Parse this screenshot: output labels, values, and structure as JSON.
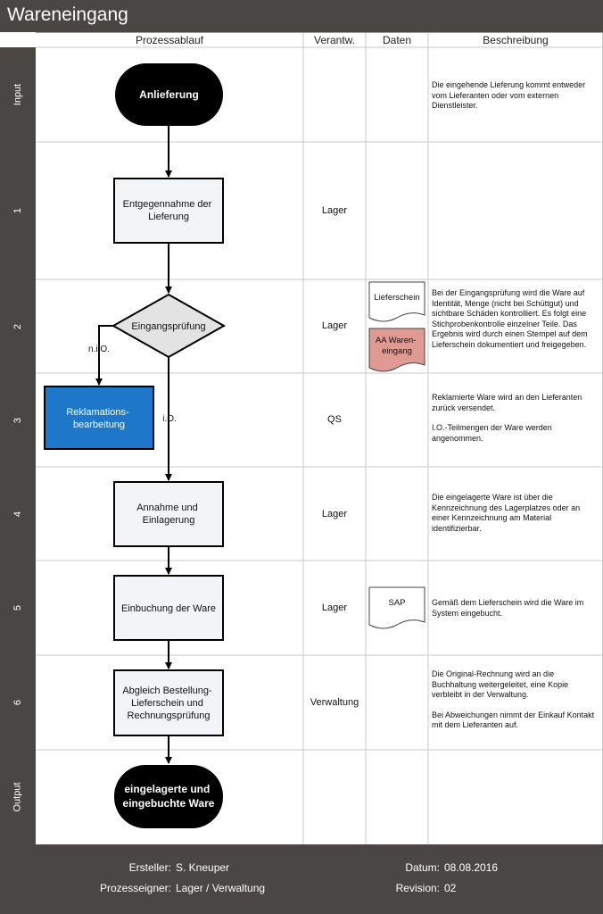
{
  "title": "Wareneingang",
  "headers": {
    "process": "Prozessablauf",
    "responsible": "Verantw.",
    "data": "Daten",
    "description": "Beschreibung"
  },
  "rows": [
    {
      "label": "Input",
      "responsible": "",
      "description": [
        "Die eingehende Lieferung kommt entweder vom Lieferanten oder vom externen Dienstleister."
      ]
    },
    {
      "label": "1",
      "responsible": "Lager",
      "description": []
    },
    {
      "label": "2",
      "responsible": "Lager",
      "description": [
        "Bei der Eingangsprüfung wird die Ware auf Identität, Menge (nicht bei Schüttgut) und sichtbare Schäden kontrolliert. Es folgt eine Stichprobenkontrolle einzelner Teile. Das Ergebnis wird durch einen Stempel auf dem Lieferschein dokumentiert und freigegeben."
      ]
    },
    {
      "label": "3",
      "responsible": "QS",
      "description": [
        "Reklamierte Ware wird an den Lieferanten zurück versendet.",
        "I.O.-Teilmengen der Ware werden angenommen."
      ]
    },
    {
      "label": "4",
      "responsible": "Lager",
      "description": [
        "Die eingelagerte Ware ist über die Kennzeichnung des Lagerplatzes oder an einer Kennzeichnung am Material identifizierbar."
      ]
    },
    {
      "label": "5",
      "responsible": "Lager",
      "description": [
        "Gemäß dem Lieferschein wird die Ware im System eingebucht."
      ]
    },
    {
      "label": "6",
      "responsible": "Verwaltung",
      "description": [
        "Die Original-Rechnung wird an die Buchhaltung weitergeleitet, eine Kopie verbleibt in der Verwaltung.",
        "Bei Abweichungen nimmt der Einkauf Kontakt mit dem Lieferanten auf."
      ]
    },
    {
      "label": "Output",
      "responsible": "",
      "description": []
    }
  ],
  "flow": {
    "start": "Anlieferung",
    "step1": [
      "Entgegennahme der",
      "Lieferung"
    ],
    "decision": "Eingangsprüfung",
    "nio_label": "n.i.O.",
    "io_label": "i.O.",
    "complaint": [
      "Reklamations-",
      "bearbeitung"
    ],
    "step4": [
      "Annahme und",
      "Einlagerung"
    ],
    "step5": "Einbuchung der Ware",
    "step6": [
      "Abgleich Bestellung-",
      "Lieferschein und",
      "Rechnungsprüfung"
    ],
    "end": [
      "eingelagerte und",
      "eingebuchte Ware"
    ]
  },
  "documents": {
    "lieferschein": "Lieferschein",
    "aa_wareneingang": [
      "AA Waren-",
      "eingang"
    ],
    "sap": "SAP"
  },
  "footer": {
    "creator_label": "Ersteller:",
    "creator": "S. Kneuper",
    "owner_label": "Prozesseigner:",
    "owner": "Lager / Verwaltung",
    "date_label": "Datum:",
    "date": "08.08.2016",
    "revision_label": "Revision:",
    "revision": "02"
  },
  "colors": {
    "dark": "#4a4644",
    "process_fill": "#f3f4f6",
    "decision_fill": "#e3e3e3",
    "complaint_fill": "#1e77c8",
    "document_red": "#e09a94",
    "terminal": "#000000"
  }
}
